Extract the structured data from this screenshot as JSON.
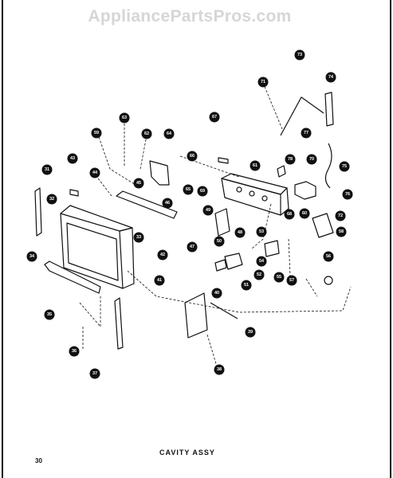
{
  "watermark": "AppliancePartsPros.com",
  "caption": "CAVITY ASSY",
  "page_number": "30",
  "callouts": [
    "31",
    "32",
    "33",
    "34",
    "35",
    "36",
    "37",
    "38",
    "39",
    "40",
    "41",
    "42",
    "43",
    "44",
    "45",
    "46",
    "47",
    "48",
    "49",
    "50",
    "51",
    "52",
    "53",
    "54",
    "55",
    "56",
    "57",
    "58",
    "59",
    "60",
    "61",
    "62",
    "63",
    "64",
    "65",
    "66",
    "67",
    "68",
    "69",
    "70",
    "71",
    "72",
    "73",
    "74",
    "75",
    "76",
    "77",
    "78"
  ]
}
